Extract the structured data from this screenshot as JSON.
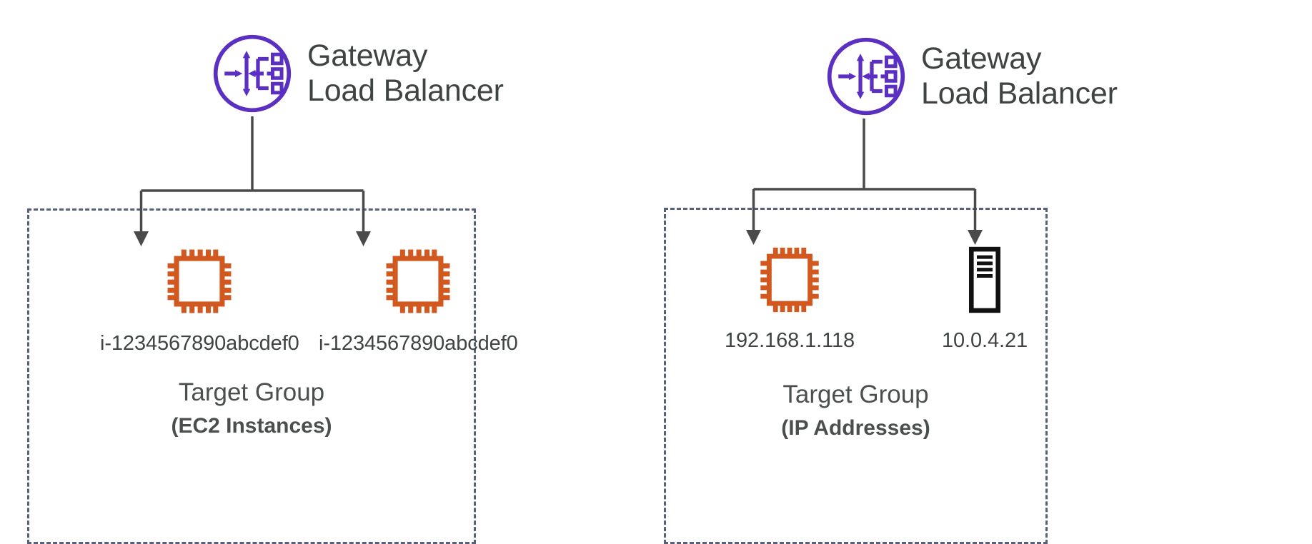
{
  "diagram": {
    "title": "Gateway Load Balancer target group types",
    "background": "#ffffff",
    "colors": {
      "gwlb_purple": "#5A2FC2",
      "ec2_orange": "#D1581F",
      "appliance_black": "#111111",
      "dashed_border": "#56607a",
      "connector_gray": "#4a4a4a",
      "text_gray": "#3f4443"
    }
  },
  "panels": [
    {
      "id": "ec2-instances-panel",
      "gwlb": {
        "icon": "gateway-load-balancer-icon",
        "label_line1": "Gateway",
        "label_line2": "Load Balancer"
      },
      "target_group": {
        "title": "Target Group",
        "subtitle": "(EC2 Instances)"
      },
      "targets": [
        {
          "icon": "ec2-instance-icon",
          "label": "i-1234567890abcdef0"
        },
        {
          "icon": "ec2-instance-icon",
          "label": "i-1234567890abcdef0"
        }
      ]
    },
    {
      "id": "ip-addresses-panel",
      "gwlb": {
        "icon": "gateway-load-balancer-icon",
        "label_line1": "Gateway",
        "label_line2": "Load Balancer"
      },
      "target_group": {
        "title": "Target Group",
        "subtitle": "(IP Addresses)"
      },
      "targets": [
        {
          "icon": "ec2-instance-icon",
          "label": "192.168.1.118"
        },
        {
          "icon": "appliance-server-icon",
          "label": "10.0.4.21"
        }
      ]
    }
  ]
}
